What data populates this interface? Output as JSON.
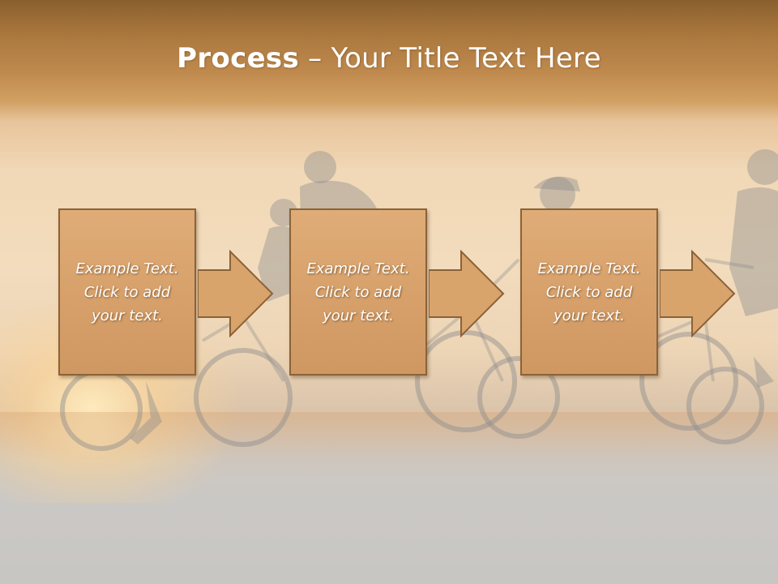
{
  "slide": {
    "title_bold": "Process",
    "title_rest": " – Your Title Text Here",
    "steps": [
      {
        "text": "Example Text.\nClick  to add\nyour text."
      },
      {
        "text": "Example Text.\nClick  to add\nyour text."
      },
      {
        "text": "Example Text.\nClick  to add\nyour text."
      }
    ]
  },
  "colors": {
    "box_fill": "#d9a36c",
    "box_border": "#8b6238",
    "title_text": "#ffffff",
    "header_band": "#b07e43"
  }
}
